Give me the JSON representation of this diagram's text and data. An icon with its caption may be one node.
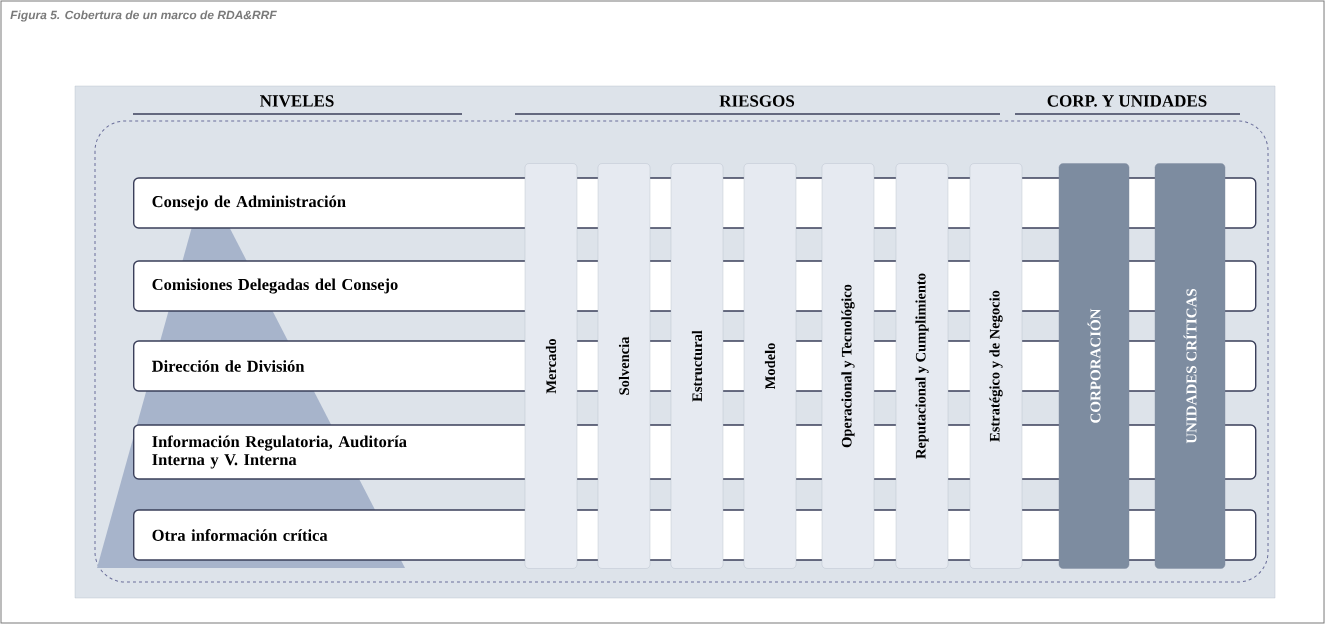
{
  "diagram": {
    "title": "Figura 5. Cobertura de un marco de RDA&RRF",
    "nodes": [
      {
        "text": [
          "Consejo de Administración"
        ]
      },
      {
        "text": [
          "Comisiones Delegadas del  Consejo"
        ]
      },
      {
        "text": [
          "Dirección de División"
        ]
      },
      {
        "text": [
          "Información Regulatoria, Auditoría Interna y V. Interna"
        ]
      },
      {
        "text": [
          "Otra información crítica"
        ]
      },
      {
        "text": [
          "Mercado"
        ]
      },
      {
        "text": [
          "Solvencia"
        ]
      },
      {
        "text": [
          "Estructural"
        ]
      },
      {
        "text": [
          "Modelo"
        ]
      },
      {
        "text": [
          "Operacional y Tecnológico"
        ]
      },
      {
        "text": [
          "Reputacional y Cumplimiento"
        ]
      },
      {
        "text": [
          "Estratégico y de Negocio"
        ]
      },
      {
        "text": [
          "CORPORACIÓN"
        ]
      },
      {
        "text": [
          "UNIDADES CRÍTICAS"
        ]
      }
    ],
    "labels": [
      "NIVELES",
      "RIESGOS",
      "CORP. Y  UNIDADES"
    ]
  }
}
